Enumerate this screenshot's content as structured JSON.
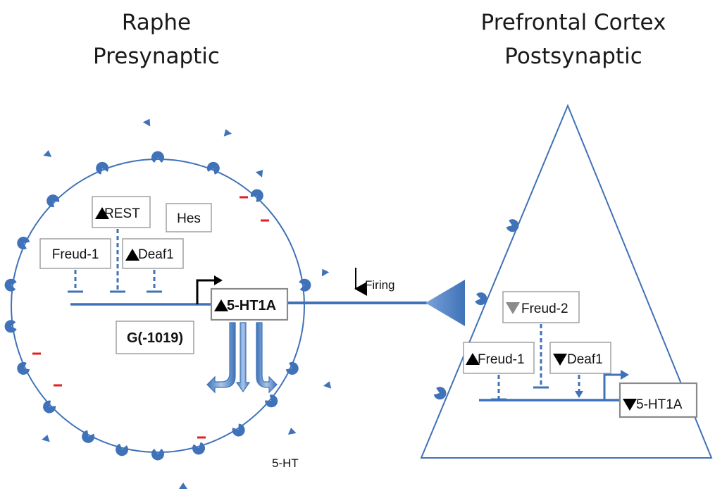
{
  "titles": {
    "left_line1": "Raphe",
    "left_line2": "Presynaptic",
    "right_line1": "Prefrontal Cortex",
    "right_line2": "Postsynaptic"
  },
  "presynaptic": {
    "rest": "REST",
    "hes": "Hes",
    "freud1": "Freud-1",
    "deaf1": "Deaf1",
    "gene": "5-HT1A",
    "polymorphism": "G(-1019)"
  },
  "firing": "Firing",
  "serotonin": "5-HT",
  "postsynaptic": {
    "freud2": "Freud-2",
    "freud1": "Freud-1",
    "deaf1": "Deaf1",
    "gene": "5-HT1A"
  },
  "colors": {
    "membrane": "#3f72b8",
    "receptor": "#3f72b8",
    "inhibition_mark": "#e02020"
  }
}
